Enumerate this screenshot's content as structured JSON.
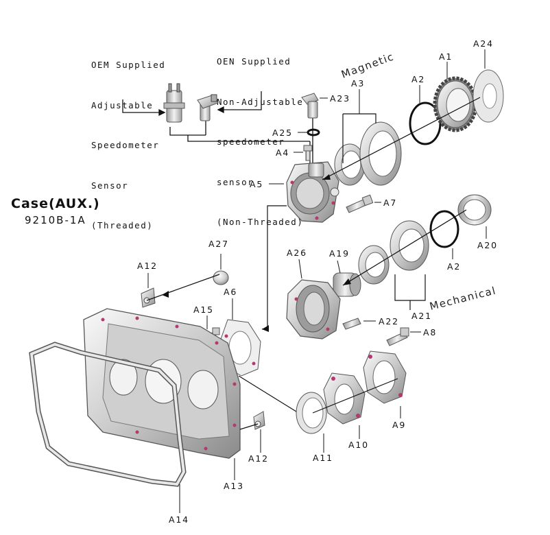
{
  "title": "Case(AUX.)",
  "subtitle": "9210B-1A",
  "note_left": [
    "OEM Supplied",
    "Adjustable",
    "Speedometer",
    "Sensor",
    "(Threaded)"
  ],
  "note_right": [
    "OEN Supplied",
    "Non-Adjustable",
    "speedometer",
    "sensor",
    "(Non-Threaded)"
  ],
  "group_magnetic": "Magnetic",
  "group_mechanical": "Mechanical",
  "labels": {
    "A1": "A1",
    "A24": "A24",
    "A2_top": "A2",
    "A3": "A3",
    "A23": "A23",
    "A25": "A25",
    "A4": "A4",
    "A5": "A5",
    "A7": "A7",
    "A20": "A20",
    "A2_mid": "A2",
    "A26": "A26",
    "A19": "A19",
    "A27": "A27",
    "A12_top": "A12",
    "A6": "A6",
    "A15": "A15",
    "A22": "A22",
    "A21": "A21",
    "A8": "A8",
    "A9": "A9",
    "A10": "A10",
    "A11": "A11",
    "A12_bot": "A12",
    "A13": "A13",
    "A14": "A14"
  },
  "colors": {
    "metal_light": "#eeeeee",
    "metal_mid": "#bdbdbd",
    "metal_dark": "#7a7a7a",
    "bolt_hole": "#b23a6e",
    "line": "#111111"
  }
}
